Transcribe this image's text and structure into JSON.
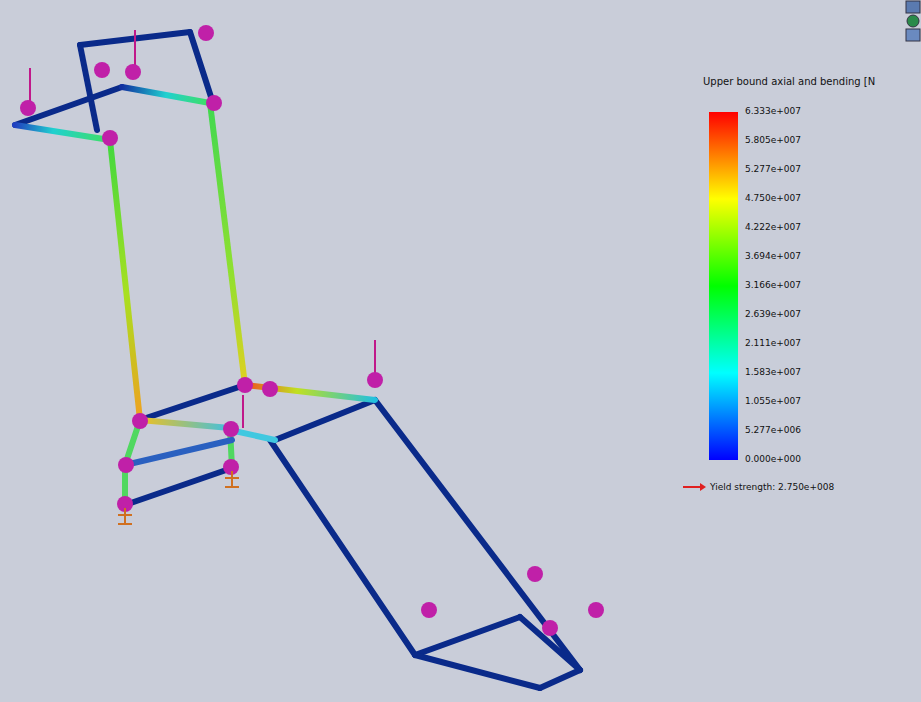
{
  "diagram": {
    "labels": [
      "Upper bound axial and bending [N",
      "6.333e+007",
      "5.805e+007",
      "5.277e+007",
      "4.750e+007",
      "4.222e+007",
      "3.694e+007",
      "3.166e+007",
      "2.639e+007",
      "2.111e+007",
      "1.583e+007",
      "1.055e+007",
      "5.277e+006",
      "0.000e+000",
      "Yield strength: 2.750e+008"
    ]
  }
}
